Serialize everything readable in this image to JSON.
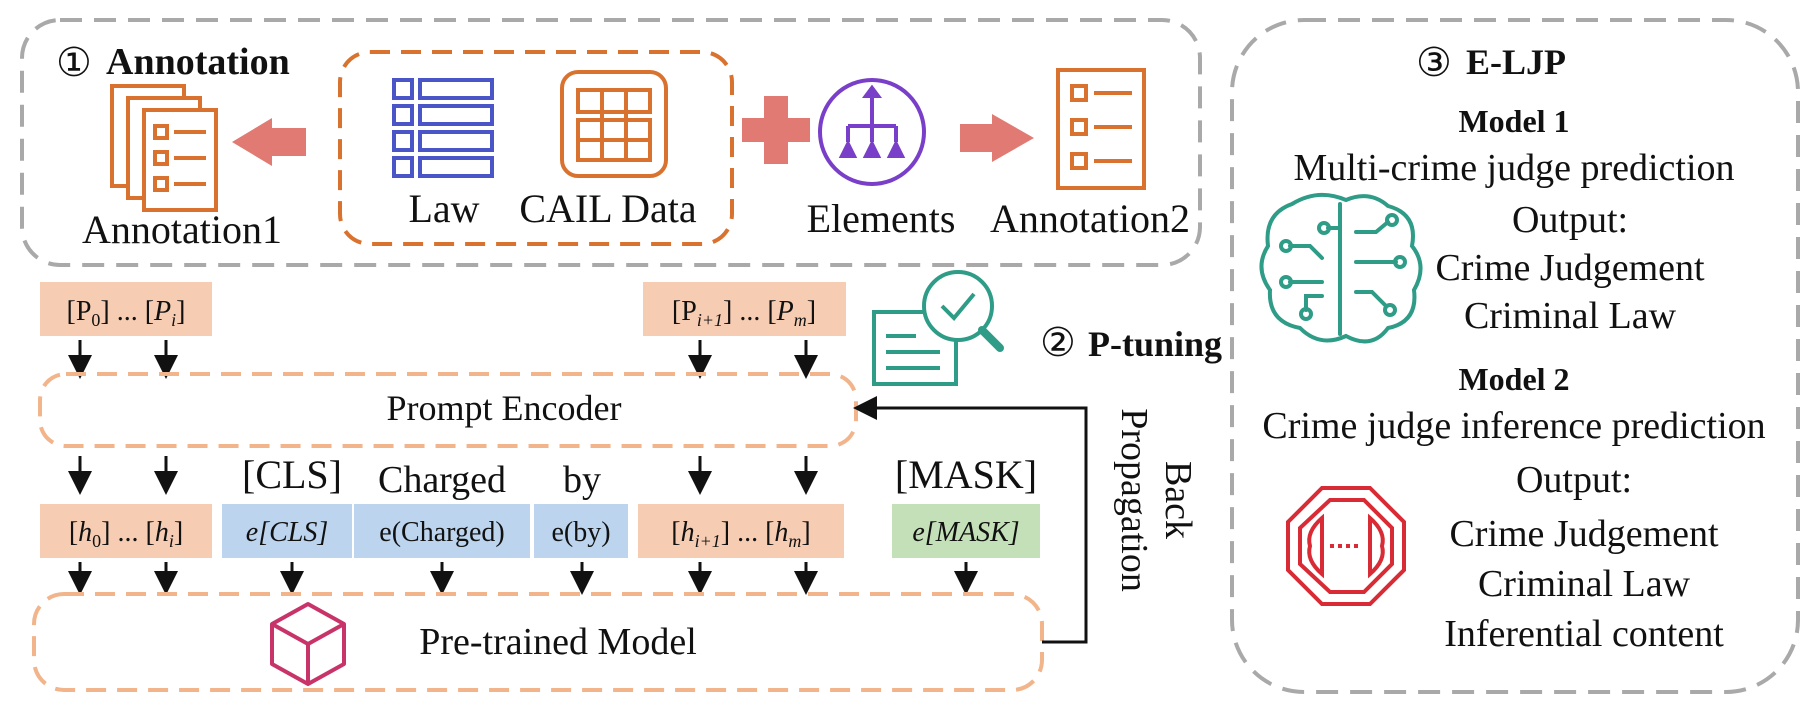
{
  "annotation": {
    "section_number": "①",
    "section_title": "Annotation",
    "annotation1_label": "Annotation1",
    "law_label": "Law",
    "cail_label": "CAIL Data",
    "elements_label": "Elements",
    "annotation2_label": "Annotation2"
  },
  "ptuning": {
    "section_number": "②",
    "section_title": "P-tuning",
    "prompt_tokens": {
      "p0": "P",
      "p0_sub": "0",
      "pi": "P",
      "pi_sub": "i",
      "pi1": "P",
      "pi1_sub": "i+1",
      "pm": "P",
      "pm_sub": "m",
      "ellipsis": "..."
    },
    "prompt_encoder_label": "Prompt Encoder",
    "words": [
      "[CLS]",
      "Charged",
      "by",
      "[MASK]"
    ],
    "hidden_tokens": {
      "h0": "h",
      "h0_sub": "0",
      "hi": "h",
      "hi_sub": "i",
      "hi1": "h",
      "hi1_sub": "i+1",
      "hm": "h",
      "hm_sub": "m",
      "ellipsis": "..."
    },
    "embeddings": [
      "e[CLS]",
      "e(Charged)",
      "e(by)",
      "e[MASK]"
    ],
    "pretrained_label": "Pre-trained Model",
    "back_propagation": [
      "Back",
      "Propagation"
    ]
  },
  "eljp": {
    "section_number": "③",
    "section_title": "E-LJP",
    "model1_title": "Model 1",
    "model1_desc": "Multi-crime judge prediction",
    "model1_output_title": "Output:",
    "model1_outputs": [
      "Crime Judgement",
      "Criminal Law"
    ],
    "model2_title": "Model 2",
    "model2_desc": "Crime judge inference prediction",
    "model2_output_title": "Output:",
    "model2_outputs": [
      "Crime Judgement",
      "Criminal Law",
      "Inferential content"
    ]
  },
  "colors": {
    "orange": "#D9722E",
    "blue": "#4A55C8",
    "purple": "#7A3FC8",
    "red_arrow": "#E07A72",
    "teal": "#2E9C86",
    "crimson": "#D92B35",
    "magenta": "#C8336A",
    "peach": "#F6CDB3",
    "light_blue": "#BCD4EE",
    "light_green": "#C4E0B8",
    "dash_gray": "#A9A9A9",
    "dash_orange": "#F2B48A"
  }
}
